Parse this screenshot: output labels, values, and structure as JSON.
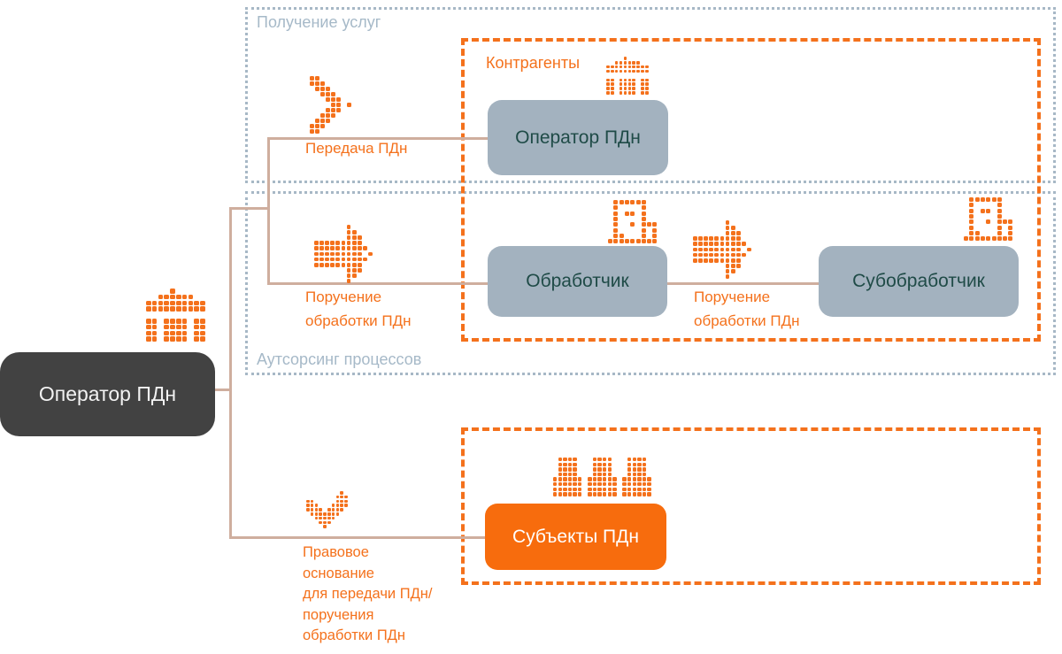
{
  "colors": {
    "orange": "#f4711c",
    "orange_node_fill": "#f76c0d",
    "slate_node_fill": "#a3b2bf",
    "slate_node_text": "#1f4b47",
    "dark_node_fill": "#424242",
    "muted_blue": "#a6b9c8",
    "connector_tan": "#cfae9e"
  },
  "root_node": {
    "label": "Оператор ПДн"
  },
  "groups": {
    "services": {
      "label": "Получение услуг"
    },
    "outsourcing": {
      "label": "Аутсорсинг процессов"
    },
    "counterparties": {
      "label": "Контрагенты"
    }
  },
  "nodes": {
    "operator": {
      "label": "Оператор ПДн"
    },
    "processor": {
      "label": "Обработчик"
    },
    "subprocessor": {
      "label": "Субобработчик"
    },
    "subjects": {
      "label": "Субъекты ПДн"
    }
  },
  "edge_labels": {
    "transfer": {
      "label": "Передача ПДн"
    },
    "assignment_1": {
      "lines": [
        "Поручение",
        "обработки ПДн"
      ]
    },
    "assignment_2": {
      "lines": [
        "Поручение",
        "обработки ПДн"
      ]
    },
    "legal_basis": {
      "lines": [
        "Правовое",
        "основание",
        "для передачи ПДн/",
        "поручения",
        "обработки ПДн"
      ]
    }
  },
  "icons": {
    "root": "bank-building-icon",
    "counterparty_operator": "bank-building-icon",
    "processor": "office-building-icon",
    "subprocessor": "office-building-icon",
    "subjects": "people-group-icon",
    "transfer": "chevron-right-icon",
    "assignment": "arrow-right-icon",
    "legal_basis": "checkmark-icon"
  }
}
